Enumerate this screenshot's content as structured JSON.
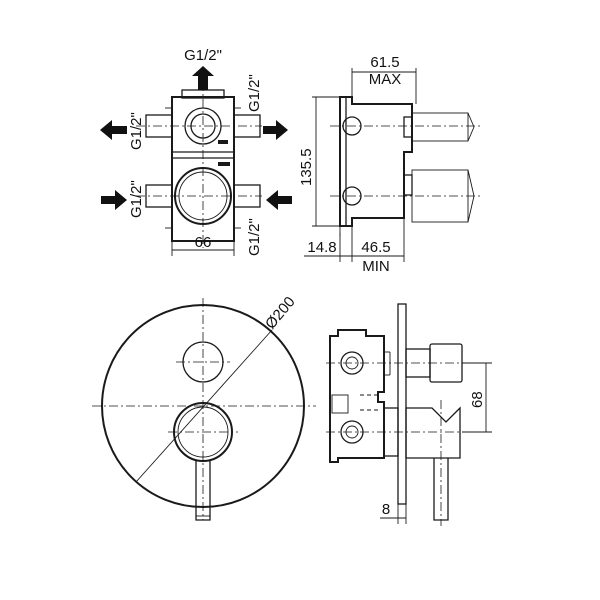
{
  "labels": {
    "thread": "G1/2\"",
    "width_66": "66",
    "depth_max": "61.5",
    "max": "MAX",
    "height_135": "135.5",
    "offset_14": "14.8",
    "depth_min": "46.5",
    "min": "MIN",
    "diameter": "Ø200",
    "spacing_68": "68",
    "plate_8": "8"
  }
}
